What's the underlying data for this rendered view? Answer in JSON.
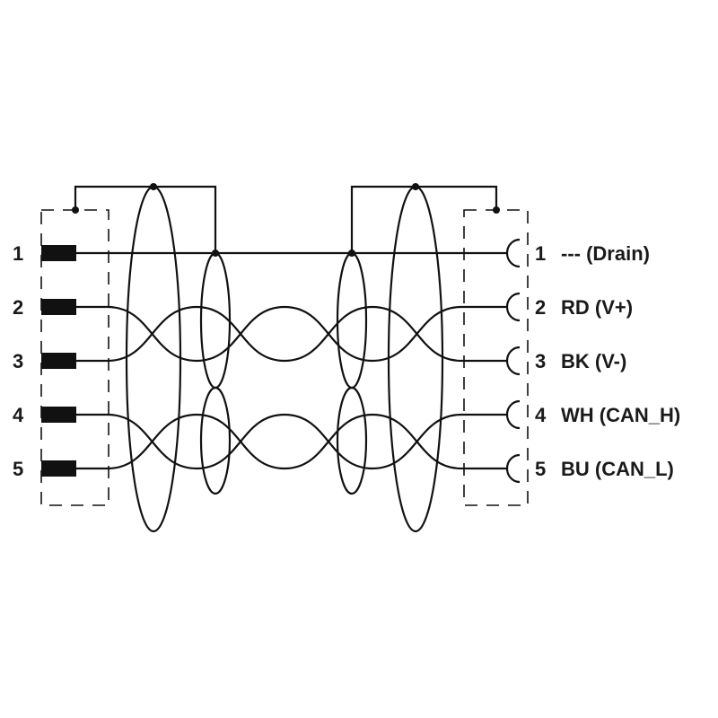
{
  "diagram": {
    "left_pins": [
      "1",
      "2",
      "3",
      "4",
      "5"
    ],
    "right_pins": [
      {
        "num": "1",
        "label": "--- (Drain)"
      },
      {
        "num": "2",
        "label": "RD (V+)"
      },
      {
        "num": "3",
        "label": "BK (V-)"
      },
      {
        "num": "4",
        "label": "WH (CAN_H)"
      },
      {
        "num": "5",
        "label": "BU (CAN_L)"
      }
    ],
    "line_color": "#111111"
  }
}
